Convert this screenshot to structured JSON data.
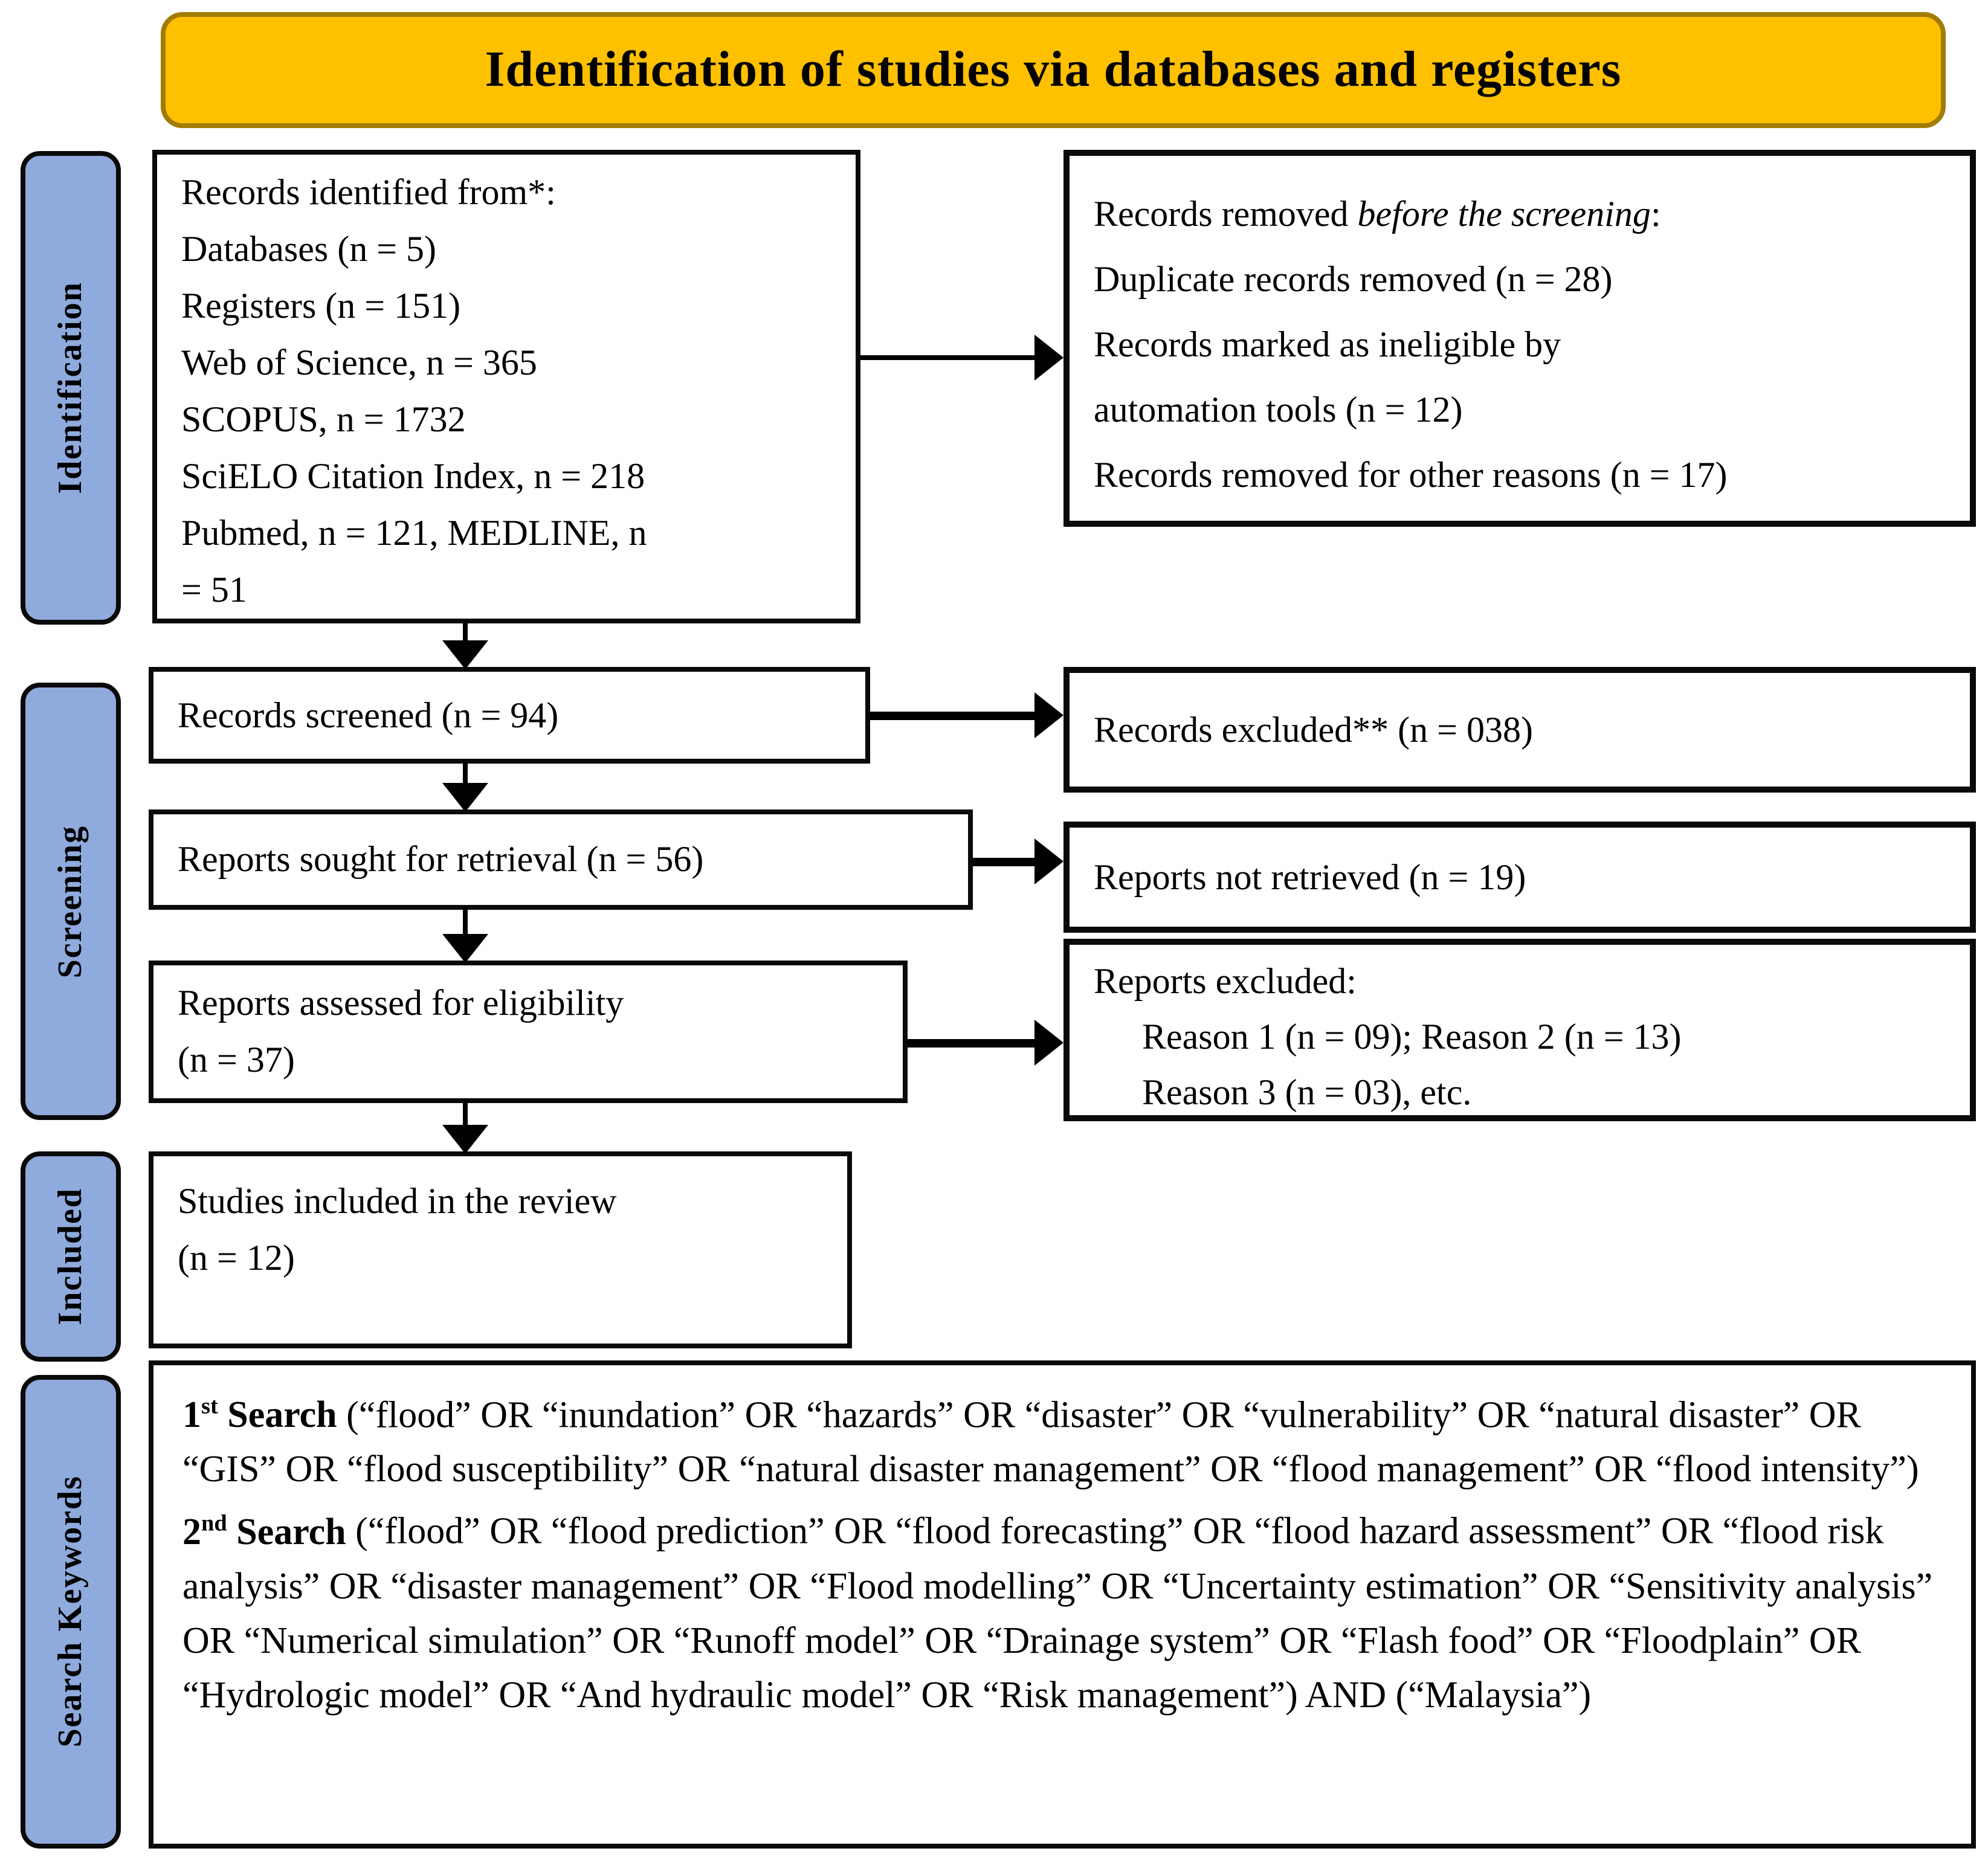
{
  "banner": {
    "title": "Identification of studies via databases and registers"
  },
  "sidebar": {
    "identification": "Identification",
    "screening": "Screening",
    "included": "Included",
    "search_keywords": "Search Keywords"
  },
  "flow": {
    "records_identified": {
      "text": "Records identified from*:\nDatabases (n = 5)\nRegisters (n = 151)\nWeb of Science, n = 365\nSCOPUS, n = 1732\nSciELO Citation Index, n = 218\nPubmed, n = 121, MEDLINE, n\n= 51"
    },
    "records_removed": {
      "prefix": "Records removed ",
      "italic": "before the screening",
      "rest": ":\nDuplicate records removed (n = 28)\nRecords marked as ineligible by\nautomation tools (n = 12)\nRecords removed for other reasons (n = 17)"
    },
    "records_screened": {
      "text": "Records screened (n = 94)"
    },
    "records_excluded": {
      "text": "Records excluded** (n = 038)"
    },
    "reports_sought": {
      "text": "Reports sought for retrieval (n = 56)"
    },
    "reports_not_retrieved": {
      "text": "Reports not retrieved (n = 19)"
    },
    "reports_assessed": {
      "text": "Reports assessed for eligibility\n(n = 37)"
    },
    "reports_excluded": {
      "title": "Reports excluded:",
      "reason_line_1": "Reason 1 (n = 09); Reason 2 (n = 13)",
      "reason_line_2": "Reason 3 (n = 03), etc."
    },
    "studies_included": {
      "text": "Studies included in the review\n(n = 12)"
    }
  },
  "search_keywords": {
    "first": {
      "num": "1",
      "sup": "st",
      "label": " Search",
      "body": " (“flood” OR “inundation” OR “hazards” OR “disaster” OR “vulnerability” OR “natural disaster” OR “GIS” OR “flood susceptibility” OR “natural disaster management” OR “flood management” OR “flood intensity”)"
    },
    "second": {
      "num": "2",
      "sup": "nd",
      "label": " Search",
      "body": " (“flood” OR “flood prediction” OR “flood forecasting” OR “flood hazard assessment” OR “flood risk analysis” OR “disaster management” OR “Flood modelling” OR “Uncertainty estimation” OR “Sensitivity analysis” OR “Numerical simulation” OR “Runoff model” OR “Drainage system” OR “Flash food” OR “Floodplain” OR “Hydrologic model” OR “And hydraulic model” OR “Risk management”) AND (“Malaysia”)"
    }
  },
  "colors": {
    "banner_bg": "#FFC000",
    "banner_border": "#A17C00",
    "sidebar_bg": "#8FAADC"
  }
}
